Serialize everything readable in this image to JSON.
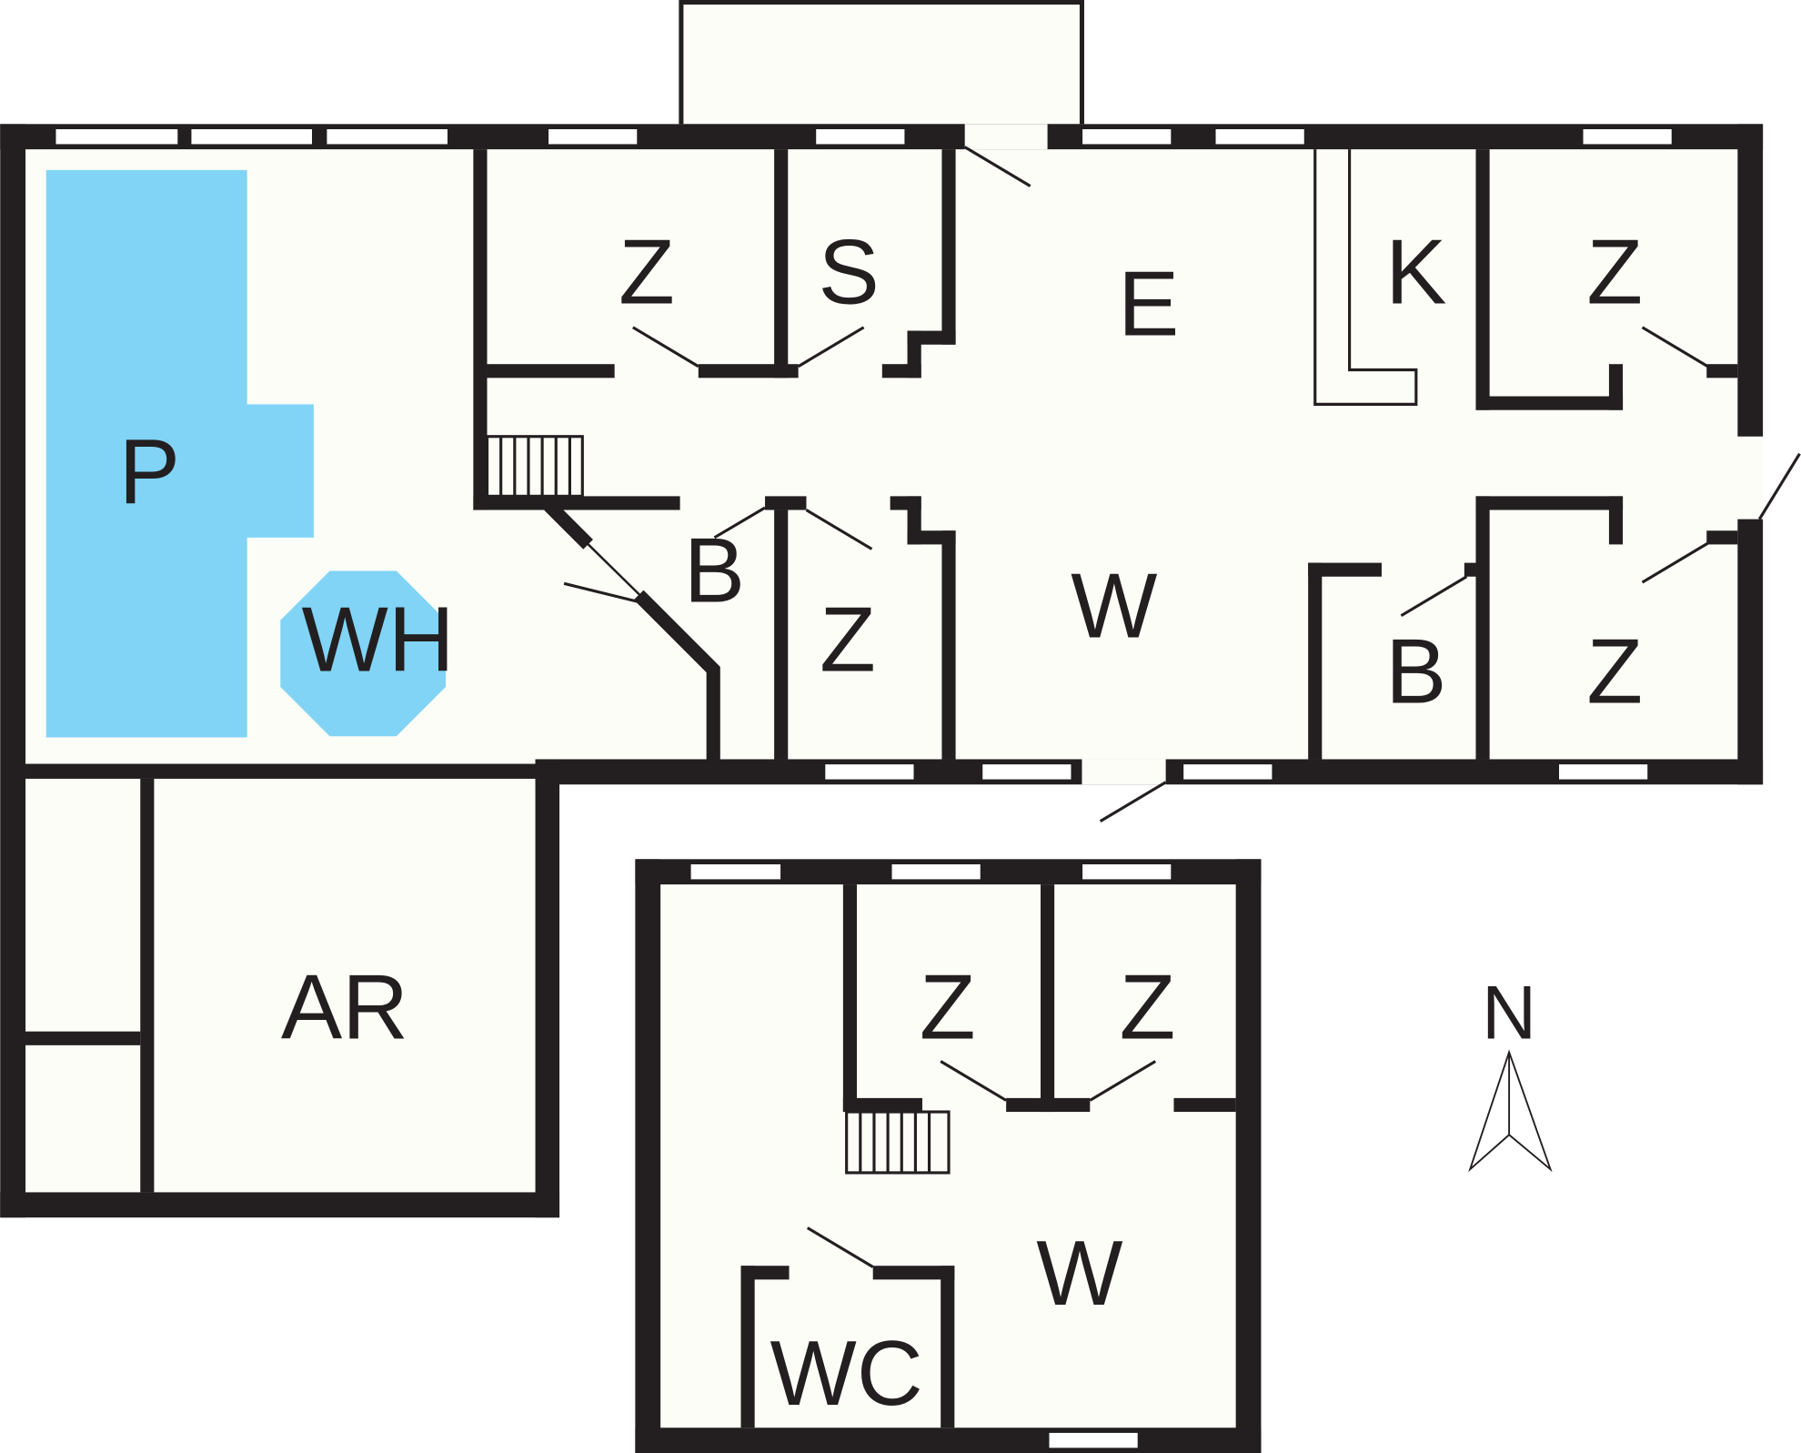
{
  "title": "Floor plan",
  "colors": {
    "wall": "#231f20",
    "floor": "#fdfdf8",
    "pool": "#81d4f5"
  },
  "rooms": {
    "pool": "P",
    "whirlpool": "WH",
    "storage": "AR",
    "bedroom_1": "Z",
    "sauna": "S",
    "entrance": "E",
    "kitchen": "K",
    "bedroom_2": "Z",
    "bathroom_1": "B",
    "bedroom_3": "Z",
    "living": "W",
    "bathroom_2": "B",
    "bedroom_4": "Z",
    "bedroom_5": "Z",
    "bedroom_6": "Z",
    "living_2": "W",
    "toilet": "WC"
  },
  "compass": {
    "label": "N",
    "icon": "north-arrow-icon"
  }
}
